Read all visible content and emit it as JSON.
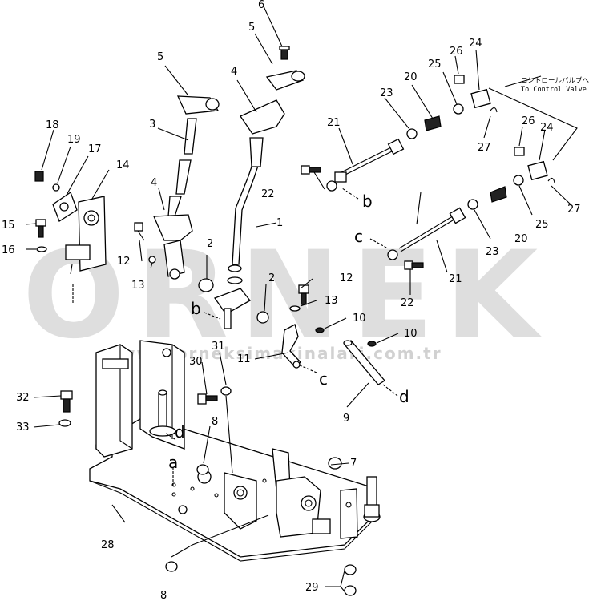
{
  "figure": {
    "watermark_main": "ORNEK",
    "watermark_url": "www.orneksimakinalari.com.tr",
    "valve_note_jp": "コントロールバルブへ",
    "valve_note_en": "To Control Valve"
  },
  "callouts": {
    "c1": "1",
    "c2a": "2",
    "c2b": "2",
    "c3": "3",
    "c4a": "4",
    "c4b": "4",
    "c5a": "5",
    "c5b": "5",
    "c6": "6",
    "c7": "7",
    "c8a": "8",
    "c8b": "8",
    "c9": "9",
    "c10a": "10",
    "c10b": "10",
    "c11": "11",
    "c12a": "12",
    "c12b": "12",
    "c13a": "13",
    "c13b": "13",
    "c14": "14",
    "c15": "15",
    "c16": "16",
    "c17": "17",
    "c18": "18",
    "c19": "19",
    "c20a": "20",
    "c20b": "20",
    "c21a": "21",
    "c21b": "21",
    "c22a": "22",
    "c22b": "22",
    "c23a": "23",
    "c23b": "23",
    "c24a": "24",
    "c24b": "24",
    "c25a": "25",
    "c25b": "25",
    "c26a": "26",
    "c26b": "26",
    "c27a": "27",
    "c27b": "27",
    "c28": "28",
    "c29": "29",
    "c30": "30",
    "c31": "31",
    "c32": "32",
    "c33": "33"
  },
  "refs": {
    "a": "a",
    "b1": "b",
    "b2": "b",
    "c1": "c",
    "c2": "c",
    "d1": "d",
    "d2": "d"
  }
}
